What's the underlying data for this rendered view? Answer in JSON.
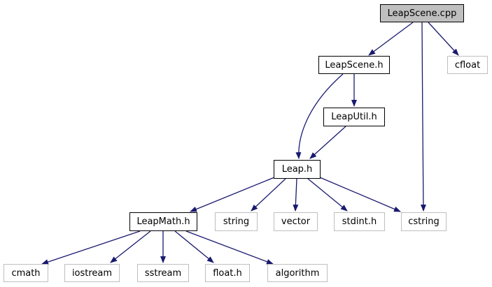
{
  "graph": {
    "nodes": {
      "leapscene_cpp": "LeapScene.cpp",
      "leapscene_h": "LeapScene.h",
      "cfloat": "cfloat",
      "leaputil_h": "LeapUtil.h",
      "leap_h": "Leap.h",
      "leapmath_h": "LeapMath.h",
      "string": "string",
      "vector": "vector",
      "stdint_h": "stdint.h",
      "cstring": "cstring",
      "cmath": "cmath",
      "iostream": "iostream",
      "sstream": "sstream",
      "float_h": "float.h",
      "algorithm": "algorithm"
    },
    "edge_color": "#191970",
    "local_border_color": "#000000",
    "system_border_color": "#bfbfbf",
    "focus_fill_color": "#bfbfbf"
  }
}
